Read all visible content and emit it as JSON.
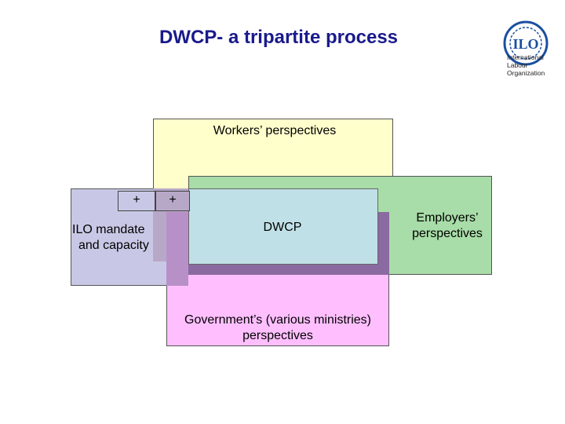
{
  "slide": {
    "title": "DWCP- a tripartite process"
  },
  "logo": {
    "mark": "ILO",
    "line1": "International",
    "line2": "Labour",
    "line3": "Organization",
    "icon": "ilo-emblem-icon"
  },
  "diagram": {
    "workers": "Workers’ perspectives",
    "ilo_line1": "ILO mandate",
    "ilo_line2": "and capacity",
    "employers_line1": "Employers’",
    "employers_line2": "perspectives",
    "dwcp": "DWCP",
    "government_line1": "Government’s (various ministries)",
    "government_line2": "perspectives",
    "plus_left": "+",
    "plus_right": "+"
  },
  "colors": {
    "title": "#1a1a8c",
    "workers": "#ffffcc",
    "ilo": "#c8c8e6",
    "employers": "#a8dca8",
    "government": "#ffbfff",
    "dwcp": "#bfe0e6"
  }
}
